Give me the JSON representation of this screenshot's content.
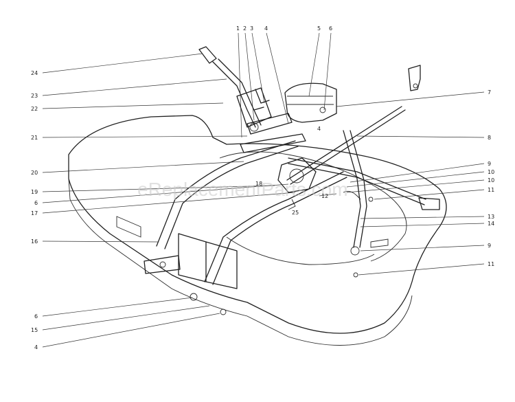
{
  "watermark": "eReplacementParts.com",
  "callouts": {
    "c1": "1",
    "c2": "2",
    "c3": "3",
    "c4_top": "4",
    "c5": "5",
    "c6_top": "6",
    "c7": "7",
    "c8": "8",
    "c9_top": "9",
    "c10_a": "10",
    "c10_b": "10",
    "c11_top": "11",
    "c12": "12",
    "c13": "13",
    "c14": "14",
    "c9_bot": "9",
    "c11_bot": "11",
    "c24": "24",
    "c23": "23",
    "c22": "22",
    "c21": "21",
    "c20": "20",
    "c19": "19",
    "c6_mid": "6",
    "c17": "17",
    "c16": "16",
    "c6_bot": "6",
    "c15": "15",
    "c4_bot": "4",
    "c4_mid": "4",
    "c18": "18",
    "c25": "25"
  }
}
